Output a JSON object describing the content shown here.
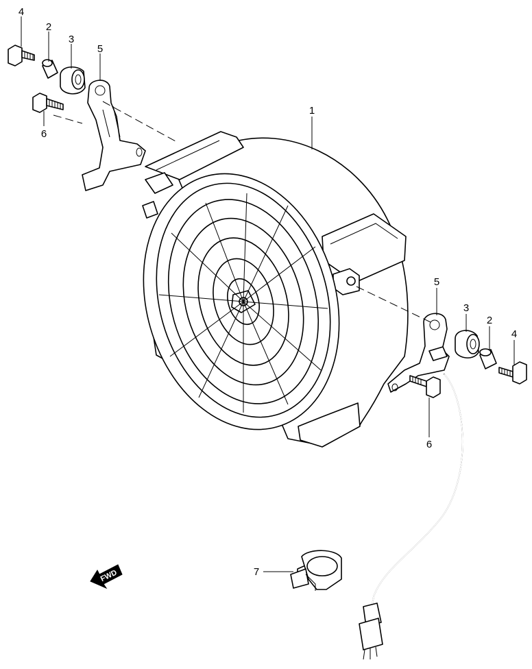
{
  "callouts": {
    "fan_shroud": "1",
    "spacer_left": "2",
    "spacer_right": "2",
    "grommet_left": "3",
    "grommet_right": "3",
    "bolt_left": "4",
    "bolt_right": "4",
    "bracket_left": "5",
    "bracket_right": "5",
    "screw_left": "6",
    "screw_right": "6",
    "clamp": "7"
  },
  "direction_marker": {
    "label": "FWD"
  }
}
